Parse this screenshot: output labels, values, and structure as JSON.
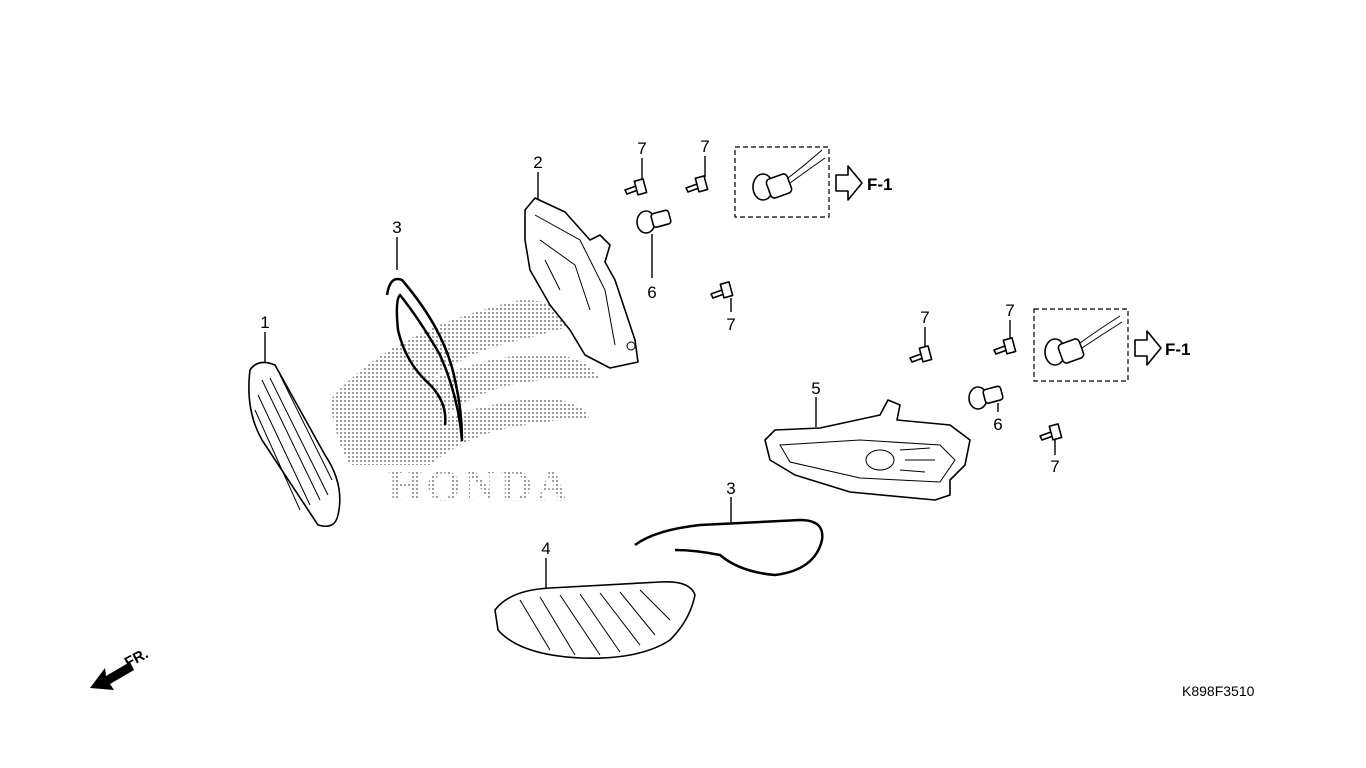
{
  "diagram": {
    "code": "K898F3510",
    "watermark": "HONDA",
    "front_indicator": "FR.",
    "reference_label": "F-1",
    "callouts": {
      "part1": "1",
      "part2": "2",
      "part3a": "3",
      "part3b": "3",
      "part4": "4",
      "part5": "5",
      "part6a": "6",
      "part6b": "6",
      "part7a": "7",
      "part7b": "7",
      "part7c": "7",
      "part7d": "7",
      "part7e": "7",
      "part7f": "7"
    }
  }
}
